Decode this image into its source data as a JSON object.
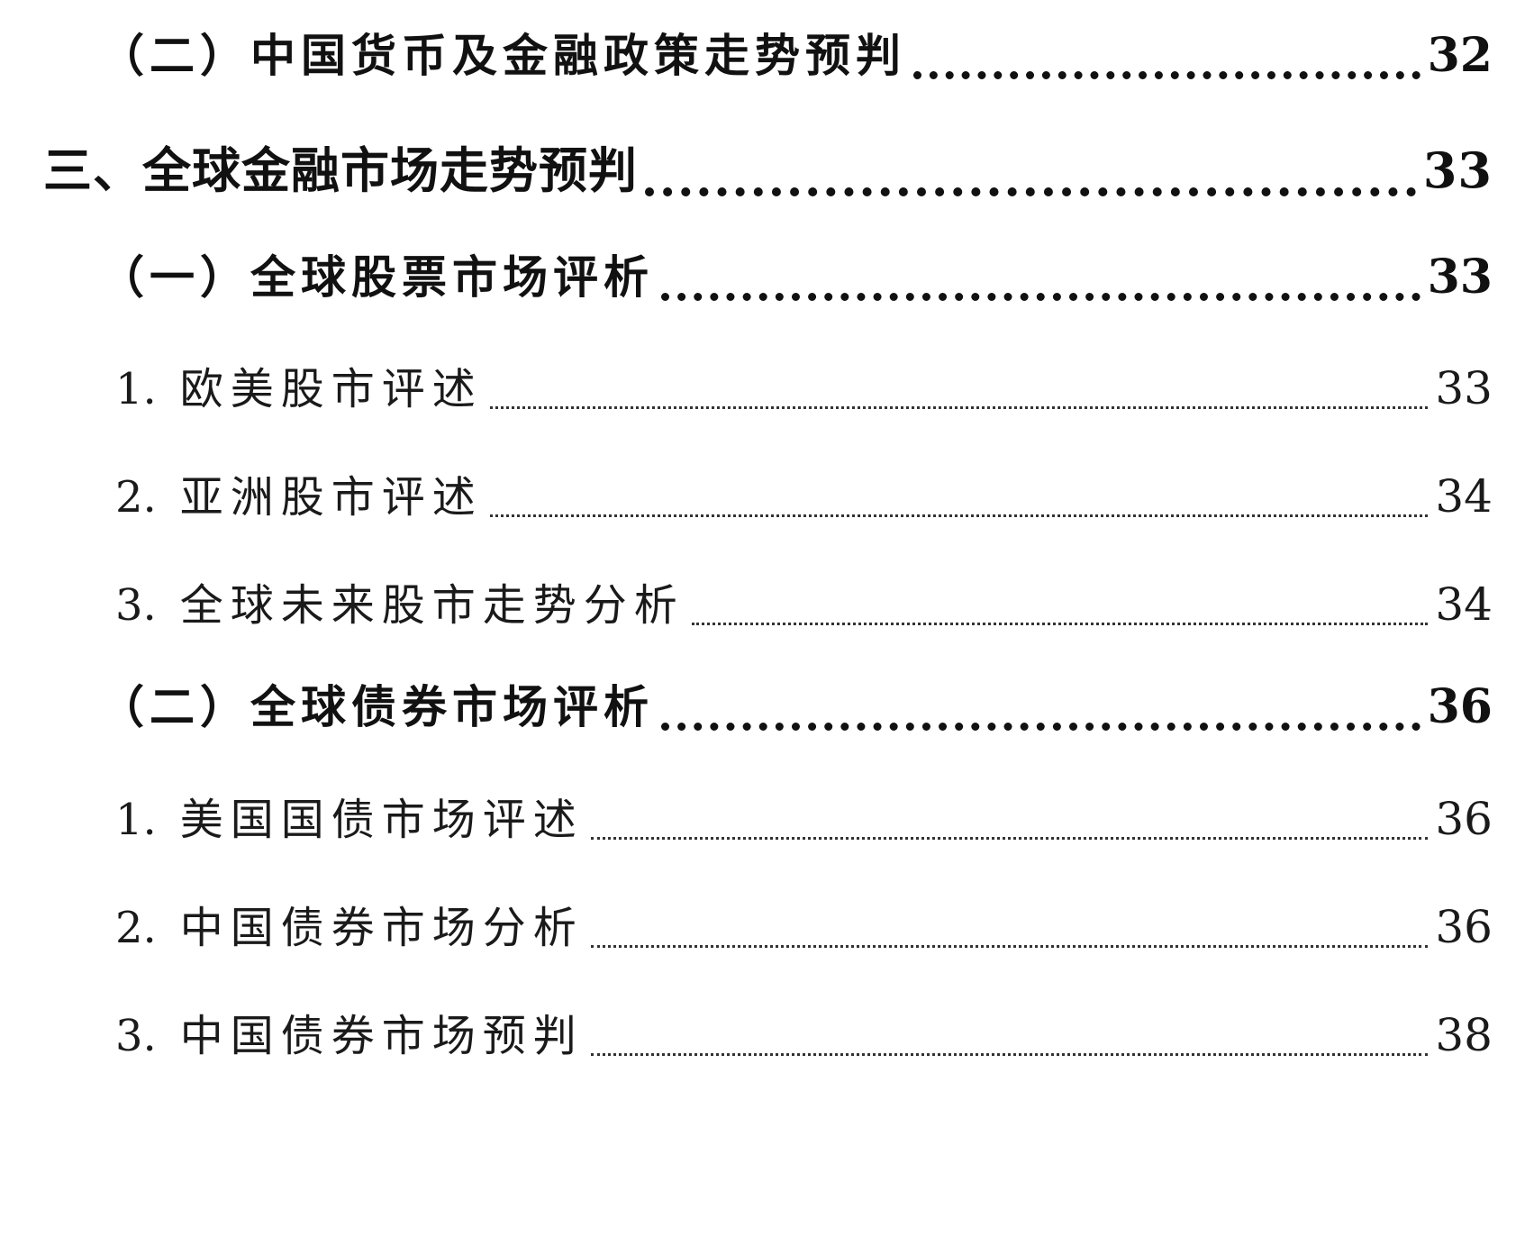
{
  "entries": [
    {
      "num": "",
      "title": "（二）中国货币及金融政策走势预判",
      "page": "32"
    },
    {
      "num": "",
      "title": "三、全球金融市场走势预判",
      "page": "33"
    },
    {
      "num": "",
      "title": "（一）全球股票市场评析",
      "page": "33"
    },
    {
      "num": "1.",
      "title": "欧美股市评述",
      "page": "33"
    },
    {
      "num": "2.",
      "title": "亚洲股市评述",
      "page": "34"
    },
    {
      "num": "3.",
      "title": "全球未来股市走势分析",
      "page": "34"
    },
    {
      "num": "",
      "title": "（二）全球债券市场评析",
      "page": "36"
    },
    {
      "num": "1.",
      "title": "美国国债市场评述",
      "page": "36"
    },
    {
      "num": "2.",
      "title": "中国债券市场分析",
      "page": "36"
    },
    {
      "num": "3.",
      "title": "中国债券市场预判",
      "page": "38"
    }
  ]
}
